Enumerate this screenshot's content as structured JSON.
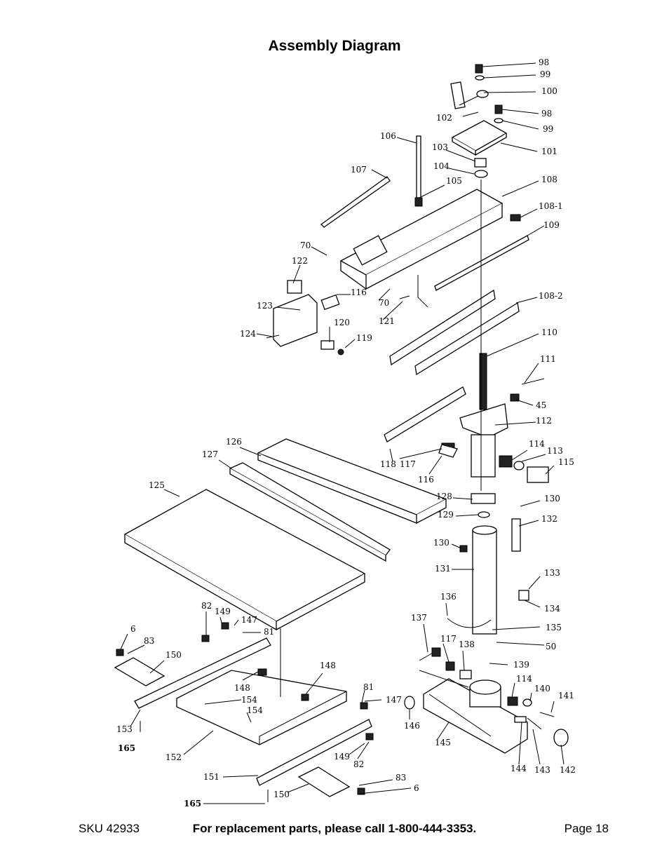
{
  "title": "Assembly  Diagram",
  "footer": {
    "sku": "SKU 42933",
    "call": "For replacement parts, please call 1-800-444-3353.",
    "page": "Page 18"
  },
  "labels": [
    "98",
    "99",
    "100",
    "98",
    "99",
    "102",
    "101",
    "106",
    "103",
    "104",
    "107",
    "105",
    "108",
    "108-1",
    "109",
    "70",
    "122",
    "116",
    "70",
    "123",
    "121",
    "108-2",
    "120",
    "124",
    "119",
    "110",
    "111",
    "45",
    "112",
    "126",
    "118",
    "117",
    "114",
    "113",
    "115",
    "127",
    "116",
    "125",
    "128",
    "130",
    "129",
    "132",
    "130",
    "131",
    "133",
    "136",
    "134",
    "82",
    "149",
    "147",
    "137",
    "117",
    "135",
    "6",
    "83",
    "81",
    "50",
    "138",
    "150",
    "139",
    "148",
    "114",
    "140",
    "148",
    "81",
    "141",
    "147",
    "154",
    "146",
    "153",
    "154",
    "145",
    "165",
    "152",
    "149",
    "82",
    "144",
    "143",
    "142",
    "151",
    "83",
    "6",
    "150",
    "165"
  ]
}
